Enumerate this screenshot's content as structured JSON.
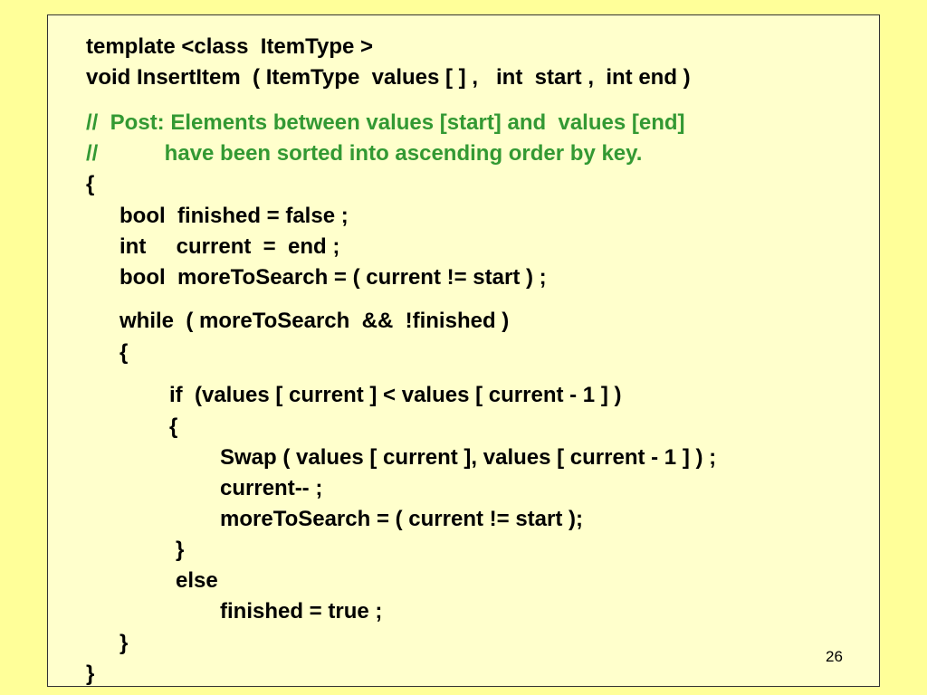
{
  "slide": {
    "colors": {
      "background": "#ffff99",
      "panel": "#ffffcc",
      "code_text": "#000000",
      "comment_text": "#339933"
    },
    "lines": [
      "template <class  ItemType >",
      "void InsertItem  ( ItemType  values [ ] ,   int  start ,  int end )",
      "//  Post: Elements between values [start] and  values [end]",
      "//           have been sorted into ascending order by key.",
      "{",
      "bool  finished = false ;",
      "int     current  =  end ;",
      "bool  moreToSearch = ( current != start ) ;",
      "while  ( moreToSearch  &&  !finished )",
      "{",
      "if  (values [ current ] < values [ current - 1 ] )",
      "{",
      "Swap ( values [ current ], values [ current - 1 ] ) ;",
      "current-- ;",
      "moreToSearch = ( current != start );",
      "}",
      "else",
      "finished = true ;",
      "}",
      "}"
    ],
    "page_number": "26"
  }
}
